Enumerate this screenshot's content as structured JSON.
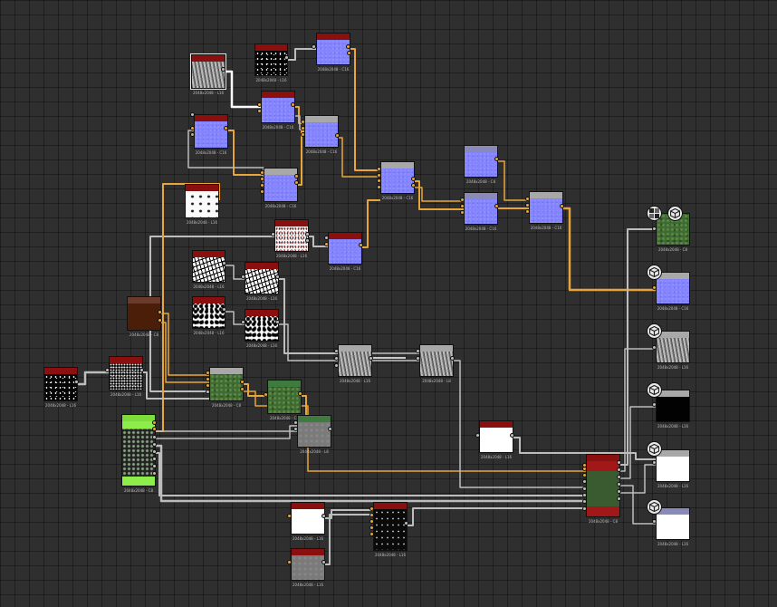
{
  "app": "Substance Designer graph view",
  "colors": {
    "orange_wire": "#e8a53a",
    "gray_wire": "#bdbdbd",
    "white_wire": "#ffffff",
    "normal_blue": "#8080ff",
    "header_red": "#8a1010",
    "header_gray": "#a8a8a8",
    "header_lavender": "#8a8ab8"
  },
  "nodes": [
    {
      "id": "n_noise_a",
      "label": "2048x2048 - L16",
      "header": "red",
      "thumb": "noise-gray"
    },
    {
      "id": "n_noise_b",
      "label": "2048x2048 - L16",
      "header": "red",
      "thumb": "sparse-dots"
    },
    {
      "id": "n_norm_a",
      "label": "2048x2048 - C16",
      "header": "red",
      "thumb": "normal"
    },
    {
      "id": "n_norm_b",
      "label": "2048x2048 - C16",
      "header": "red",
      "thumb": "normal"
    },
    {
      "id": "n_norm_c",
      "label": "2048x2048 - C16",
      "header": "red",
      "thumb": "normal"
    },
    {
      "id": "n_norm_d",
      "label": "2048x2048 - C16",
      "header": "gray",
      "thumb": "normal"
    },
    {
      "id": "n_norm_e",
      "label": "2048x2048 - C16",
      "header": "gray",
      "thumb": "normal"
    },
    {
      "id": "n_mask_a",
      "label": "2048x2048 - L16",
      "header": "red",
      "thumb": "white-blobs"
    },
    {
      "id": "n_norm_f",
      "label": "2048x2048 - C16",
      "header": "gray",
      "thumb": "normal"
    },
    {
      "id": "n_norm_g",
      "label": "2048x2048 - C8",
      "header": "lavender",
      "thumb": "normal"
    },
    {
      "id": "n_norm_h",
      "label": "2048x2048 - C16",
      "header": "lavender",
      "thumb": "normal"
    },
    {
      "id": "n_norm_i",
      "label": "2048x2048 - C16",
      "header": "gray",
      "thumb": "normal"
    },
    {
      "id": "n_speck",
      "label": "2048x2048 - L16",
      "header": "red",
      "thumb": "white-speck"
    },
    {
      "id": "n_norm_j",
      "label": "2048x2048 - C16",
      "header": "red",
      "thumb": "normal"
    },
    {
      "id": "n_bw_a",
      "label": "2048x2048 - L16",
      "header": "red",
      "thumb": "bw-cracks"
    },
    {
      "id": "n_bw_b",
      "label": "2048x2048 - L16",
      "header": "red",
      "thumb": "bw-cracks"
    },
    {
      "id": "n_bw_c",
      "label": "2048x2048 - L16",
      "header": "red",
      "thumb": "bw-blotch"
    },
    {
      "id": "n_bw_d",
      "label": "2048x2048 - L16",
      "header": "red",
      "thumb": "bw-blotch"
    },
    {
      "id": "n_brown",
      "label": "2048x2048 - C8",
      "header": "brown",
      "thumb": "brown"
    },
    {
      "id": "n_dots_a",
      "label": "2048x2048 - L16",
      "header": "red",
      "thumb": "sparse-dots"
    },
    {
      "id": "n_dots_b",
      "label": "2048x2048 - L16",
      "header": "red",
      "thumb": "dense-dots"
    },
    {
      "id": "n_gray_a",
      "label": "2048x2048 - L16",
      "header": "gray",
      "thumb": "noise-gray"
    },
    {
      "id": "n_gray_b",
      "label": "2048x2048 - L8",
      "header": "gray",
      "thumb": "noise-gray"
    },
    {
      "id": "n_color_a",
      "label": "2048x2048 - C8",
      "header": "gray",
      "thumb": "green-moss"
    },
    {
      "id": "n_color_b",
      "label": "2048x2048 - C8",
      "header": "green",
      "thumb": "green-moss"
    },
    {
      "id": "n_gray_c",
      "label": "2048x2048 - L8",
      "header": "green",
      "thumb": "flat-gray"
    },
    {
      "id": "n_green_big",
      "label": "2048x2048 - C8",
      "header": "lime",
      "thumb": "lime-strip"
    },
    {
      "id": "n_white_a",
      "label": "2048x2048 - L16",
      "header": "red",
      "thumb": "white"
    },
    {
      "id": "n_white_b",
      "label": "2048x2048 - L16",
      "header": "red",
      "thumb": "white"
    },
    {
      "id": "n_gray_d",
      "label": "2048x2048 - L16",
      "header": "red",
      "thumb": "flat-gray"
    },
    {
      "id": "n_black",
      "label": "2048x2048 - L16",
      "header": "red",
      "thumb": "black-speck"
    },
    {
      "id": "n_white_c",
      "label": "2048x2048 - L16",
      "header": "red",
      "thumb": "white"
    },
    {
      "id": "n_combine",
      "label": "2048x2048 - C8",
      "header": "red",
      "thumb": "red-green"
    },
    {
      "id": "o_basecolor",
      "label": "2048x2048 - C8",
      "header": "none",
      "thumb": "green-moss"
    },
    {
      "id": "o_normal",
      "label": "2048x2048 - C16",
      "header": "gray",
      "thumb": "normal"
    },
    {
      "id": "o_rough",
      "label": "2048x2048 - L16",
      "header": "gray",
      "thumb": "noise-gray"
    },
    {
      "id": "o_metal",
      "label": "2048x2048 - L16",
      "header": "gray",
      "thumb": "black"
    },
    {
      "id": "o_ao",
      "label": "2048x2048 - L16",
      "header": "gray",
      "thumb": "white"
    },
    {
      "id": "o_height",
      "label": "2048x2048 - L16",
      "header": "lavender",
      "thumb": "white"
    }
  ],
  "output_icons": [
    "checker-icon",
    "cube-icon",
    "cube-icon",
    "cube-icon",
    "cube-icon",
    "cube-icon",
    "cube-icon"
  ]
}
